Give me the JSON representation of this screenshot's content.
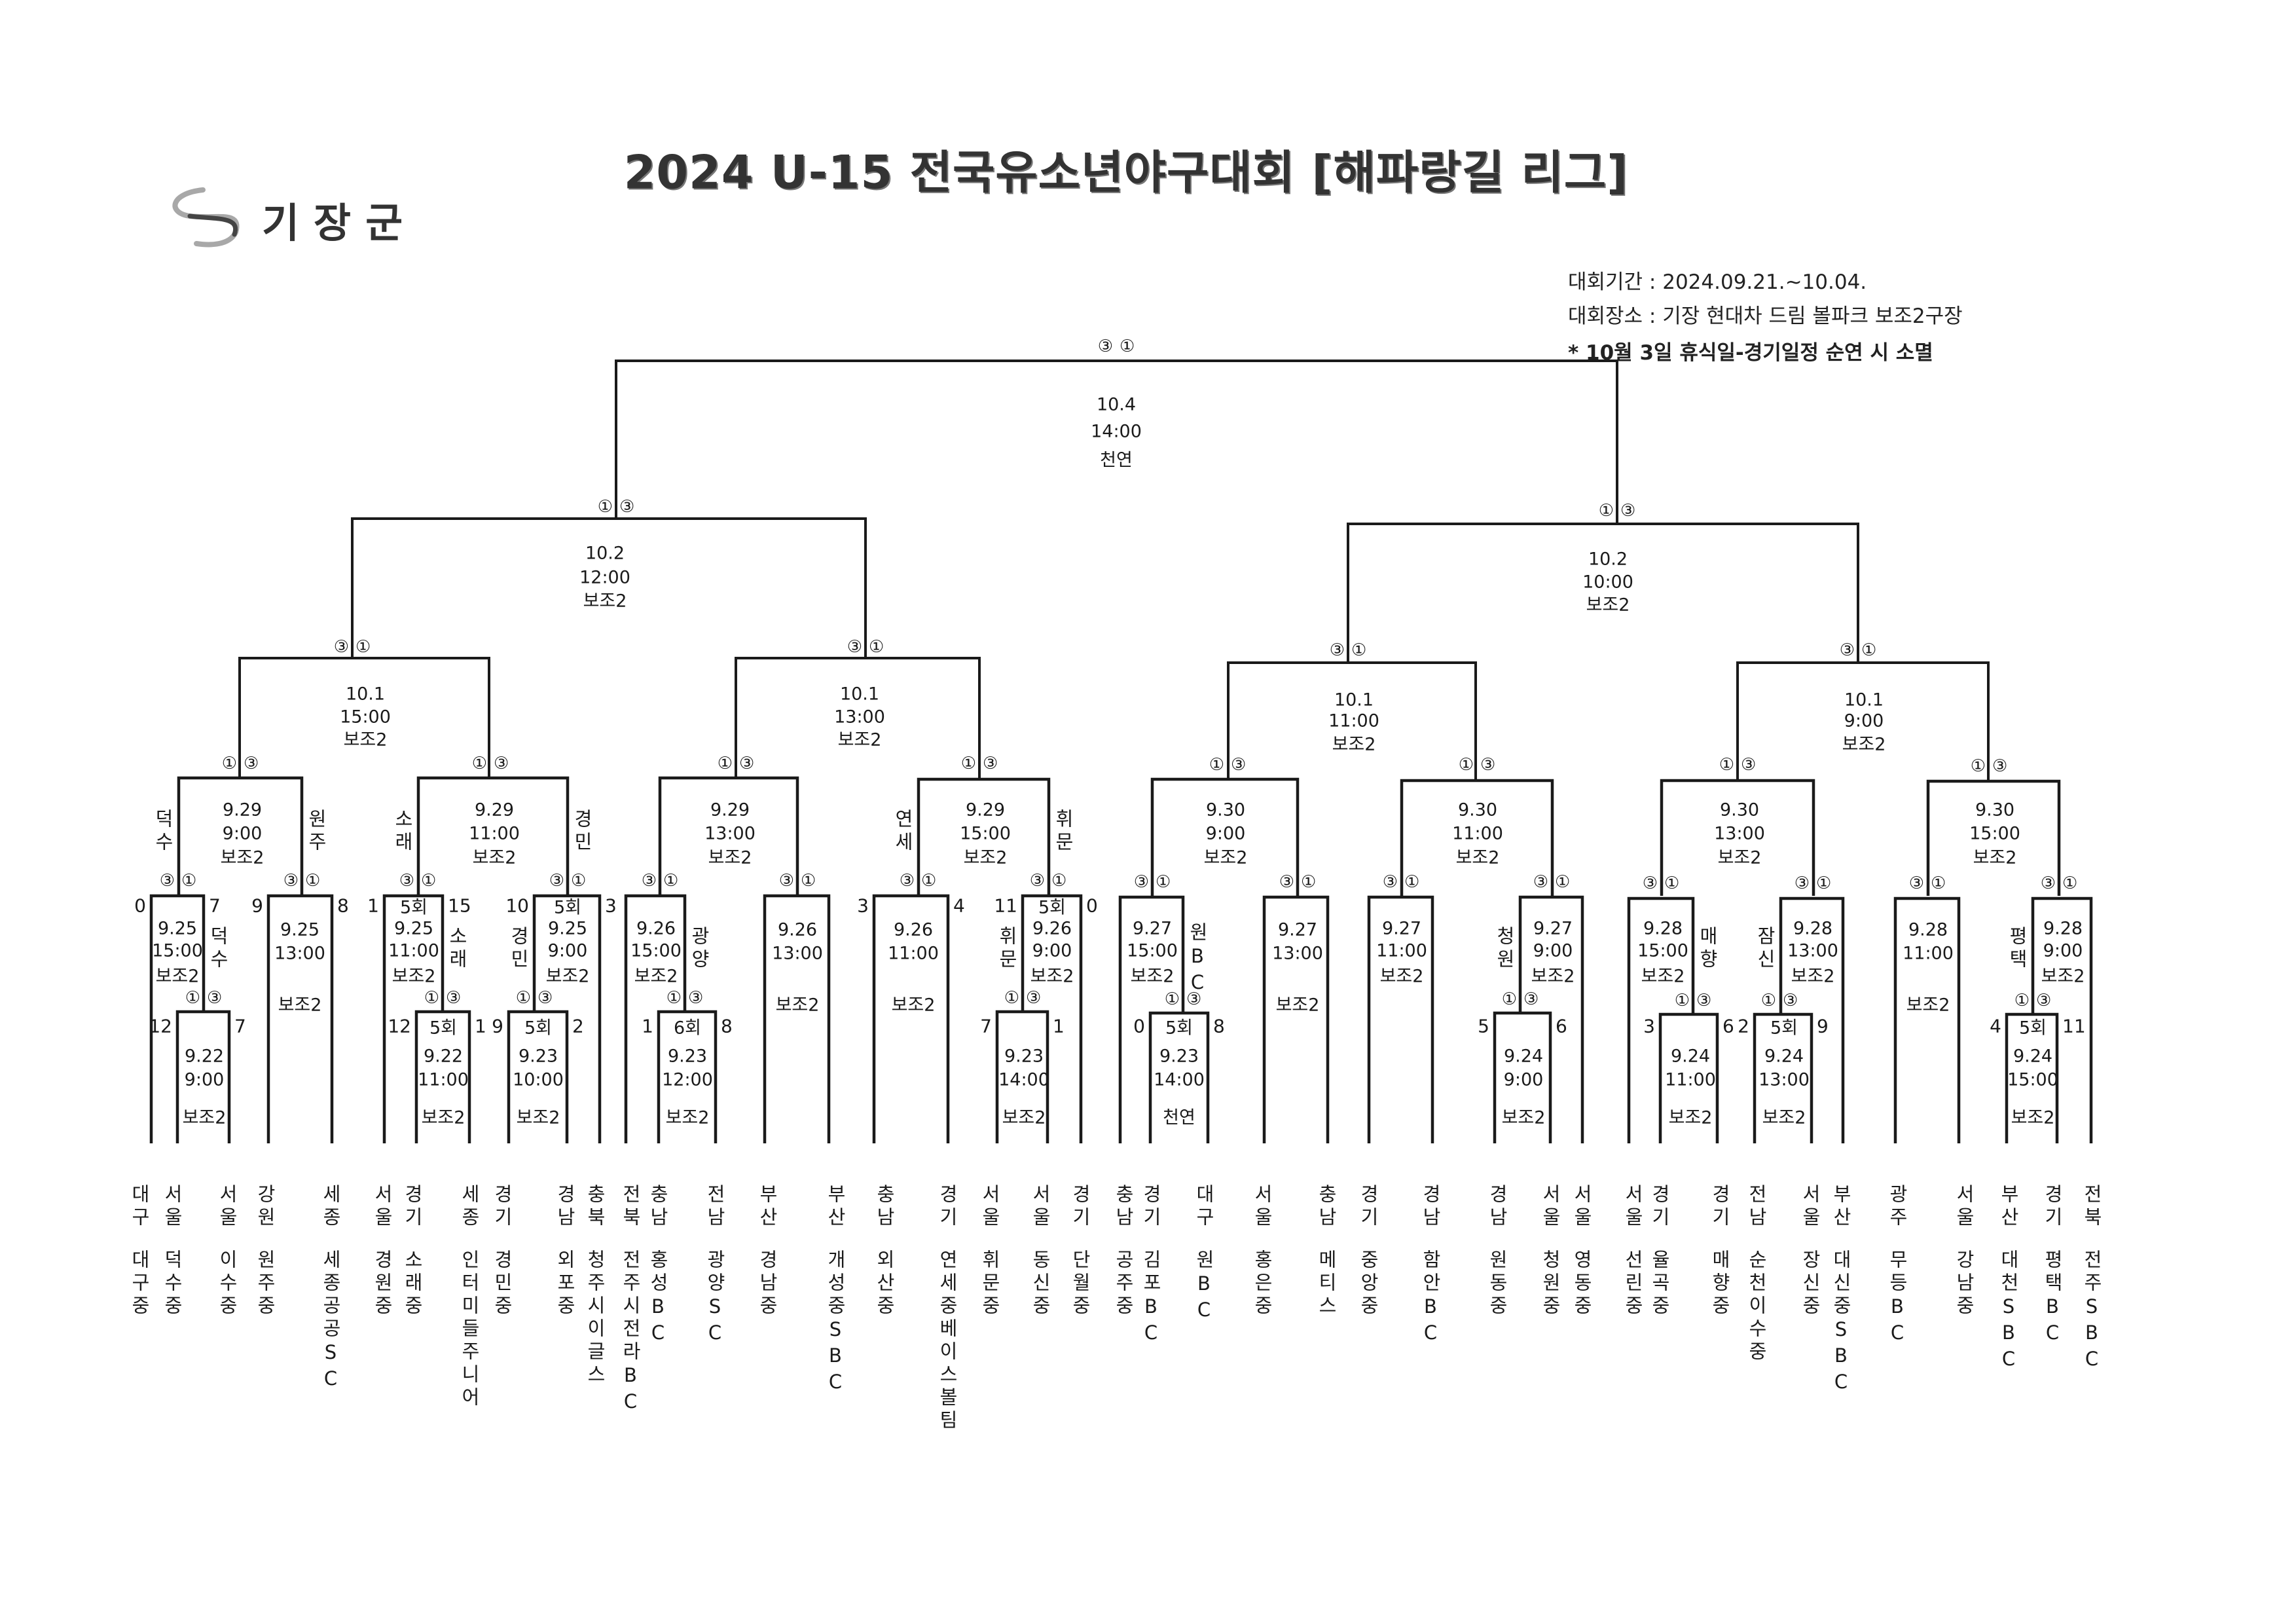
{
  "header": {
    "title": "2024 U-15 전국유소년야구대회 [해파랑길 리그]",
    "logo_text": "기장군",
    "period": "대회기간 : 2024.09.21.~10.04.",
    "venue": "대회장소 : 기장 현대차 드림 볼파크 보조2구장",
    "note": "* 10월 3일 휴식일-경기일정 순연 시 소멸"
  },
  "matches": {
    "final": {
      "date": "10.4",
      "time": "14:00",
      "venue": "천연",
      "circles": [
        "③",
        "①"
      ]
    },
    "semiL": {
      "date": "10.2",
      "time": "12:00",
      "venue": "보조2",
      "circles": [
        "①",
        "③"
      ]
    },
    "semiR": {
      "date": "10.2",
      "time": "10:00",
      "venue": "보조2",
      "circles": [
        "①",
        "③"
      ]
    },
    "QF1": {
      "date": "10.1",
      "time": "15:00",
      "venue": "보조2",
      "circles": [
        "③",
        "①"
      ]
    },
    "QF2": {
      "date": "10.1",
      "time": "13:00",
      "venue": "보조2",
      "circles": [
        "③",
        "①"
      ]
    },
    "QF3": {
      "date": "10.1",
      "time": "11:00",
      "venue": "보조2",
      "circles": [
        "③",
        "①"
      ]
    },
    "QF4": {
      "date": "10.1",
      "time": "9:00",
      "venue": "보조2",
      "circles": [
        "③",
        "①"
      ]
    },
    "R16a": {
      "date": "9.29",
      "time": "9:00",
      "venue": "보조2",
      "circles": [
        "①",
        "③"
      ],
      "side_left": "덕수",
      "side_right": "원주"
    },
    "R16b": {
      "date": "9.29",
      "time": "11:00",
      "venue": "보조2",
      "circles": [
        "①",
        "③"
      ],
      "side_left": "소래",
      "side_right": "경민"
    },
    "R16c": {
      "date": "9.29",
      "time": "13:00",
      "venue": "보조2",
      "circles": [
        "①",
        "③"
      ]
    },
    "R16d": {
      "date": "9.29",
      "time": "15:00",
      "venue": "보조2",
      "circles": [
        "①",
        "③"
      ],
      "side_left": "연세",
      "side_right": "휘문"
    },
    "R16e": {
      "date": "9.30",
      "time": "9:00",
      "venue": "보조2",
      "circles": [
        "①",
        "③"
      ]
    },
    "R16f": {
      "date": "9.30",
      "time": "11:00",
      "venue": "보조2",
      "circles": [
        "①",
        "③"
      ]
    },
    "R16g": {
      "date": "9.30",
      "time": "13:00",
      "venue": "보조2",
      "circles": [
        "①",
        "③"
      ]
    },
    "R16h": {
      "date": "9.30",
      "time": "15:00",
      "venue": "보조2",
      "circles": [
        "①",
        "③"
      ]
    },
    "A1": {
      "date": "9.25",
      "time": "15:00",
      "venue": "보조2",
      "circles": [
        "③",
        "①"
      ],
      "score_left": "0",
      "score_right": "7",
      "side_right": "덕수"
    },
    "A2": {
      "date": "9.25",
      "time": "13:00",
      "venue": "보조2",
      "circles": [
        "③",
        "①"
      ],
      "score_left": "9",
      "score_right": "8"
    },
    "B1": {
      "inning": "5회",
      "date": "9.25",
      "time": "11:00",
      "venue": "보조2",
      "circles": [
        "③",
        "①"
      ],
      "score_left": "1",
      "score_right": "15",
      "side_right": "소래"
    },
    "B2": {
      "inning": "5회",
      "date": "9.25",
      "time": "9:00",
      "venue": "보조2",
      "circles": [
        "③",
        "①"
      ],
      "score_left": "10",
      "score_right": "3",
      "side_left": "경민"
    },
    "C1": {
      "date": "9.26",
      "time": "15:00",
      "venue": "보조2",
      "circles": [
        "③",
        "①"
      ],
      "side_right": "광양"
    },
    "C2": {
      "date": "9.26",
      "time": "13:00",
      "venue": "보조2",
      "circles": [
        "③",
        "①"
      ]
    },
    "D1": {
      "date": "9.26",
      "time": "11:00",
      "venue": "보조2",
      "circles": [
        "③",
        "①"
      ],
      "score_left": "3",
      "score_right": "4"
    },
    "D2": {
      "inning": "5회",
      "date": "9.26",
      "time": "9:00",
      "venue": "보조2",
      "circles": [
        "③",
        "①"
      ],
      "score_left": "11",
      "score_right": "0",
      "side_left": "휘문"
    },
    "E1": {
      "date": "9.27",
      "time": "15:00",
      "venue": "보조2",
      "circles": [
        "③",
        "①"
      ],
      "side_right": "원BC"
    },
    "E2": {
      "date": "9.27",
      "time": "13:00",
      "venue": "보조2",
      "circles": [
        "③",
        "①"
      ]
    },
    "F1": {
      "date": "9.27",
      "time": "11:00",
      "venue": "보조2",
      "circles": [
        "③",
        "①"
      ]
    },
    "F2": {
      "date": "9.27",
      "time": "9:00",
      "venue": "보조2",
      "circles": [
        "③",
        "①"
      ],
      "side_left": "청원"
    },
    "G1": {
      "date": "9.28",
      "time": "15:00",
      "venue": "보조2",
      "circles": [
        "③",
        "①"
      ],
      "side_right": "매향"
    },
    "G2": {
      "date": "9.28",
      "time": "13:00",
      "venue": "보조2",
      "circles": [
        "③",
        "①"
      ],
      "side_left": "잠신"
    },
    "H1": {
      "date": "9.28",
      "time": "11:00",
      "venue": "보조2",
      "circles": [
        "③",
        "①"
      ]
    },
    "H2": {
      "date": "9.28",
      "time": "9:00",
      "venue": "보조2",
      "circles": [
        "③",
        "①"
      ],
      "side_left": "평택"
    },
    "A1a": {
      "date": "9.22",
      "time": "9:00",
      "venue": "보조2",
      "circles": [
        "①",
        "③"
      ],
      "score_left": "12",
      "score_right": "7"
    },
    "B1a": {
      "inning": "5회",
      "date": "9.22",
      "time": "11:00",
      "venue": "보조2",
      "circles": [
        "①",
        "③"
      ],
      "score_left": "12",
      "score_right": "1"
    },
    "B2a": {
      "inning": "5회",
      "date": "9.23",
      "time": "10:00",
      "venue": "보조2",
      "circles": [
        "①",
        "③"
      ],
      "score_left": "9",
      "score_right": "2"
    },
    "C1a": {
      "inning": "6회",
      "date": "9.23",
      "time": "12:00",
      "venue": "보조2",
      "circles": [
        "①",
        "③"
      ],
      "score_left": "1",
      "score_right": "8"
    },
    "D2a": {
      "date": "9.23",
      "time": "14:00",
      "venue": "보조2",
      "circles": [
        "①",
        "③"
      ],
      "score_left": "7",
      "score_right": "1"
    },
    "E1a": {
      "inning": "5회",
      "date": "9.23",
      "time": "14:00",
      "venue": "천연",
      "circles": [
        "①",
        "③"
      ],
      "score_left": "0",
      "score_right": "8"
    },
    "F2a": {
      "date": "9.24",
      "time": "9:00",
      "venue": "보조2",
      "circles": [
        "①",
        "③"
      ],
      "score_left": "5",
      "score_right": "6"
    },
    "G1a": {
      "date": "9.24",
      "time": "11:00",
      "venue": "보조2",
      "circles": [
        "①",
        "③"
      ],
      "score_left": "3",
      "score_right": "6"
    },
    "G2a": {
      "inning": "5회",
      "date": "9.24",
      "time": "13:00",
      "venue": "보조2",
      "circles": [
        "①",
        "③"
      ],
      "score_left": "2",
      "score_right": "9"
    },
    "H2a": {
      "inning": "5회",
      "date": "9.24",
      "time": "15:00",
      "venue": "보조2",
      "circles": [
        "①",
        "③"
      ],
      "score_left": "4",
      "score_right": "11"
    }
  },
  "teams": [
    {
      "region": "대구",
      "name": "대구중"
    },
    {
      "region": "서울",
      "name": "덕수중"
    },
    {
      "region": "서울",
      "name": "이수중"
    },
    {
      "region": "강원",
      "name": "원주중"
    },
    {
      "region": "세종",
      "name": "세종공공SC"
    },
    {
      "region": "서울",
      "name": "경원중"
    },
    {
      "region": "경기",
      "name": "소래중"
    },
    {
      "region": "세종",
      "name": "인터미들주니어"
    },
    {
      "region": "경기",
      "name": "경민중"
    },
    {
      "region": "경남",
      "name": "외포중"
    },
    {
      "region": "충북",
      "name": "청주시이글스"
    },
    {
      "region": "전북",
      "name": "전주시전라BC"
    },
    {
      "region": "충남",
      "name": "홍성BC"
    },
    {
      "region": "전남",
      "name": "광양SC"
    },
    {
      "region": "부산",
      "name": "경남중"
    },
    {
      "region": "부산",
      "name": "개성중SBC"
    },
    {
      "region": "충남",
      "name": "외산중"
    },
    {
      "region": "경기",
      "name": "연세중베이스볼팀"
    },
    {
      "region": "서울",
      "name": "휘문중"
    },
    {
      "region": "서울",
      "name": "동신중"
    },
    {
      "region": "경기",
      "name": "단월중"
    },
    {
      "region": "충남",
      "name": "공주중"
    },
    {
      "region": "경기",
      "name": "김포BC"
    },
    {
      "region": "대구",
      "name": "원BC"
    },
    {
      "region": "서울",
      "name": "홍은중"
    },
    {
      "region": "충남",
      "name": "메티스"
    },
    {
      "region": "경기",
      "name": "중앙중"
    },
    {
      "region": "경남",
      "name": "함안BC"
    },
    {
      "region": "경남",
      "name": "원동중"
    },
    {
      "region": "서울",
      "name": "청원중"
    },
    {
      "region": "서울",
      "name": "영동중"
    },
    {
      "region": "서울",
      "name": "선린중"
    },
    {
      "region": "경기",
      "name": "율곡중"
    },
    {
      "region": "경기",
      "name": "매향중"
    },
    {
      "region": "전남",
      "name": "순천이수중"
    },
    {
      "region": "서울",
      "name": "장신중"
    },
    {
      "region": "부산",
      "name": "대신중SBC"
    },
    {
      "region": "광주",
      "name": "무등BC"
    },
    {
      "region": "서울",
      "name": "강남중"
    },
    {
      "region": "부산",
      "name": "대천SBC"
    },
    {
      "region": "경기",
      "name": "평택BC"
    },
    {
      "region": "전북",
      "name": "전주SBC"
    }
  ],
  "colors": {
    "line": "#1a1a1a",
    "text": "#1a1a1a",
    "logo_swoosh": "#9a9a9a"
  }
}
